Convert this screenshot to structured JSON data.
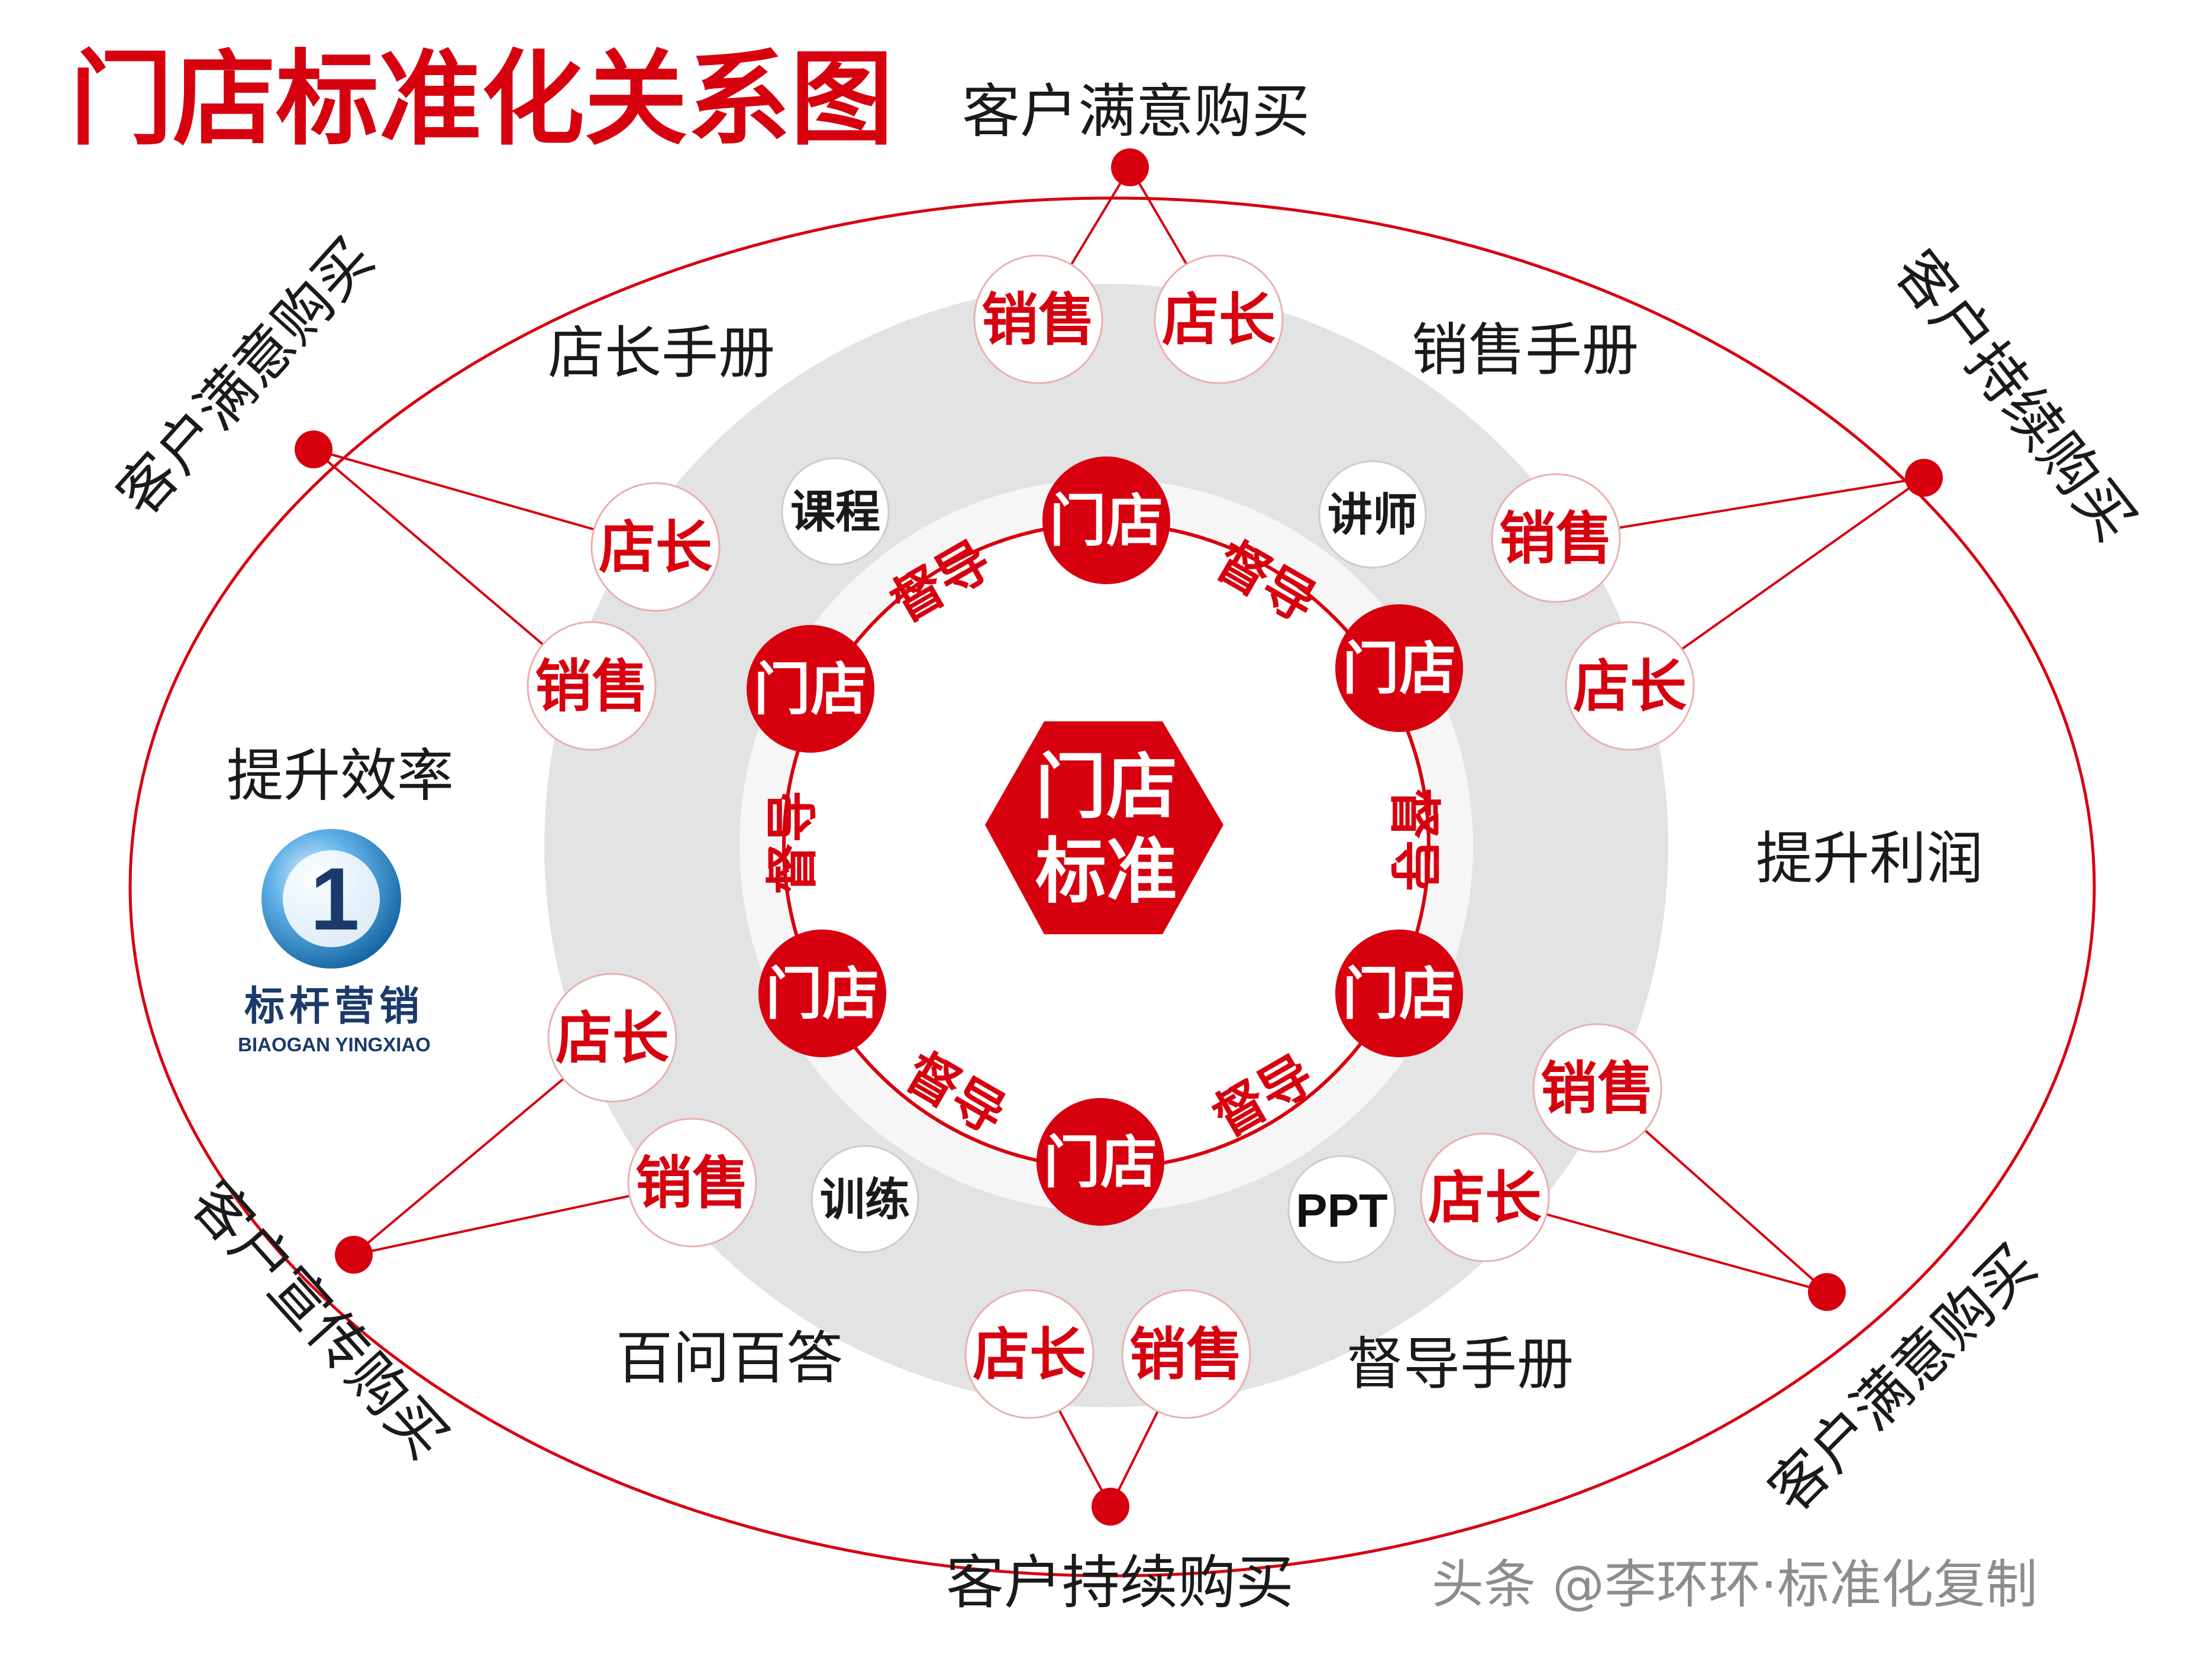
{
  "title": "门店标准化关系图",
  "center": [
    "门店",
    "标准"
  ],
  "outer_nodes": {
    "top": "客户满意购买",
    "upper_left": "客户满意购买",
    "upper_right": "客户持续购买",
    "lower_left": "客户宣传购买",
    "lower_right": "客户满意购买",
    "bottom": "客户持续购买"
  },
  "manuals": {
    "store_manager_manual": "店长手册",
    "sales_manual": "销售手册",
    "supervisor_manual": "督导手册",
    "qa_book": "百问百答"
  },
  "outcomes": {
    "efficiency": "提升效率",
    "profit": "提升利润"
  },
  "inner_ring_items": {
    "course": "课程",
    "lecturer": "讲师",
    "training": "训练",
    "ppt": "PPT"
  },
  "role_labels": {
    "store_manager": "店长",
    "sales": "销售"
  },
  "hexagon": {
    "store": "门店",
    "supervisor": "督导"
  },
  "logo": {
    "numeral": "1",
    "cn": "标杆营销",
    "en": "BIAOGAN YINGXIAO"
  },
  "watermark": "头条 @李环环·标准化复制",
  "colors": {
    "primary_red": "#d7000f",
    "ring_gray": "#e3e3e3",
    "inner_light": "#f6f6f6",
    "text_dark": "#1a1a1a",
    "logo_blue": "#1a6fb0",
    "logo_navy": "#1b3a6b"
  },
  "icons": {
    "outer_junction": "red-dot",
    "logo": "blue-sphere-numeral-logo"
  }
}
